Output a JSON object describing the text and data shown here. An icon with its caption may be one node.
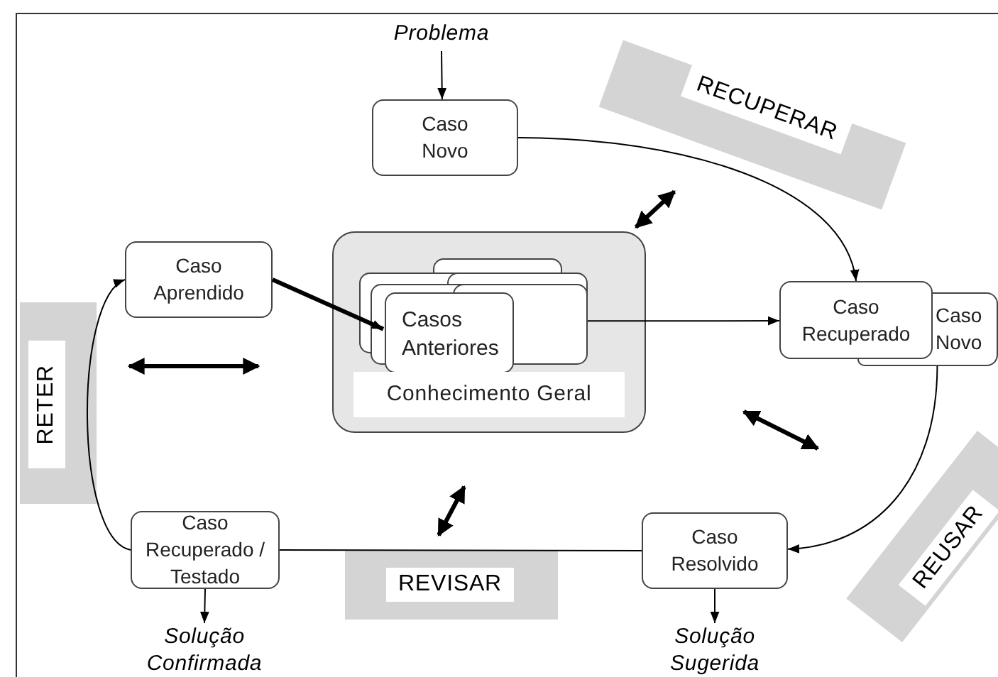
{
  "diagram": {
    "nodes": [
      {
        "text": [
          "Problema"
        ]
      },
      {
        "text": [
          "Caso Novo"
        ]
      },
      {
        "text": [
          "Conhecimento Geral"
        ]
      },
      {
        "text": [
          "Casos Anteriores"
        ],
        "in": 2
      },
      {
        "text": [
          "Caso Aprendido"
        ]
      },
      {
        "text": [
          "Caso Recuperado"
        ]
      },
      {
        "text": [
          "Caso Novo"
        ]
      },
      {
        "text": [
          "Caso Resolvido"
        ]
      },
      {
        "text": [
          "Solução Sugerida"
        ]
      },
      {
        "text": [
          "Caso Recuperado / Testado"
        ]
      },
      {
        "text": [
          "Solução Confirmada"
        ]
      },
      {
        "text": [
          "RECUPERAR"
        ]
      },
      {
        "text": [
          "REUSAR"
        ]
      },
      {
        "text": [
          "REVISAR"
        ]
      },
      {
        "text": [
          "RETER"
        ]
      }
    ],
    "edges": [
      {
        "from": 0,
        "to": 1,
        "arrow": "to"
      },
      {
        "from": 1,
        "to": 5,
        "arrow": "to"
      },
      {
        "from": 3,
        "to": 5,
        "arrow": "to"
      },
      {
        "from": 6,
        "to": 7,
        "arrow": "to"
      },
      {
        "from": 7,
        "to": 9,
        "arrow": "none"
      },
      {
        "from": 9,
        "to": 4,
        "arrow": "to"
      },
      {
        "from": 4,
        "to": 3,
        "arrow": "to",
        "style": "thick"
      },
      {
        "from": 7,
        "to": 8,
        "arrow": "to"
      },
      {
        "from": 9,
        "to": 10,
        "arrow": "to"
      }
    ]
  }
}
